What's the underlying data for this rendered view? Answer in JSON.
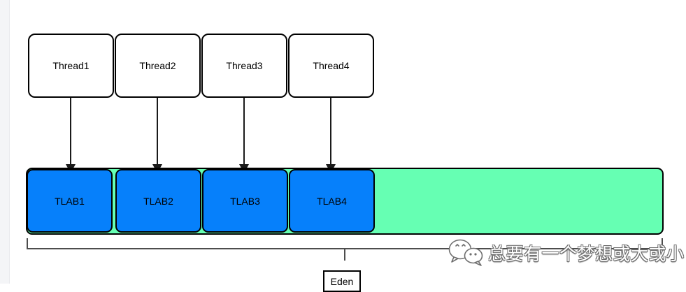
{
  "diagram": {
    "threads": [
      {
        "label": "Thread1"
      },
      {
        "label": "Thread2"
      },
      {
        "label": "Thread3"
      },
      {
        "label": "Thread4"
      }
    ],
    "tlabs": [
      {
        "label": "TLAB1"
      },
      {
        "label": "TLAB2"
      },
      {
        "label": "TLAB3"
      },
      {
        "label": "TLAB4"
      }
    ],
    "eden_label": "Eden"
  },
  "watermark": {
    "text": "总要有一个梦想或大或小",
    "icon": "wechat-logo-icon"
  },
  "colors": {
    "tlab_fill": "#0680fb",
    "eden_fill": "#66ffb3",
    "box_border": "#000000",
    "bracket_line": "#4d4d4d",
    "page_margin": "#f4f5f7"
  }
}
